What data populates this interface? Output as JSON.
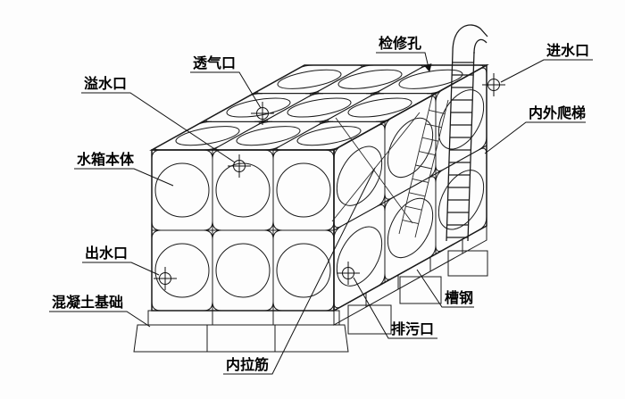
{
  "diagram": {
    "type": "technical-line-drawing",
    "subject": "stainless-steel panel water tank isometric view",
    "labels": {
      "vent": "透气口",
      "overflow": "溢水口",
      "inspection_hole": "检修孔",
      "water_inlet": "进水口",
      "ladder": "内外爬梯",
      "tank_body": "水箱本体",
      "water_outlet": "出水口",
      "concrete_foundation": "混凝土基础",
      "channel_steel": "槽钢",
      "drain_outlet": "排污口",
      "internal_tie_rod": "内拉筋"
    },
    "colors": {
      "line": "#1a1a1a",
      "text": "#000000",
      "background": "#ffffff"
    }
  }
}
